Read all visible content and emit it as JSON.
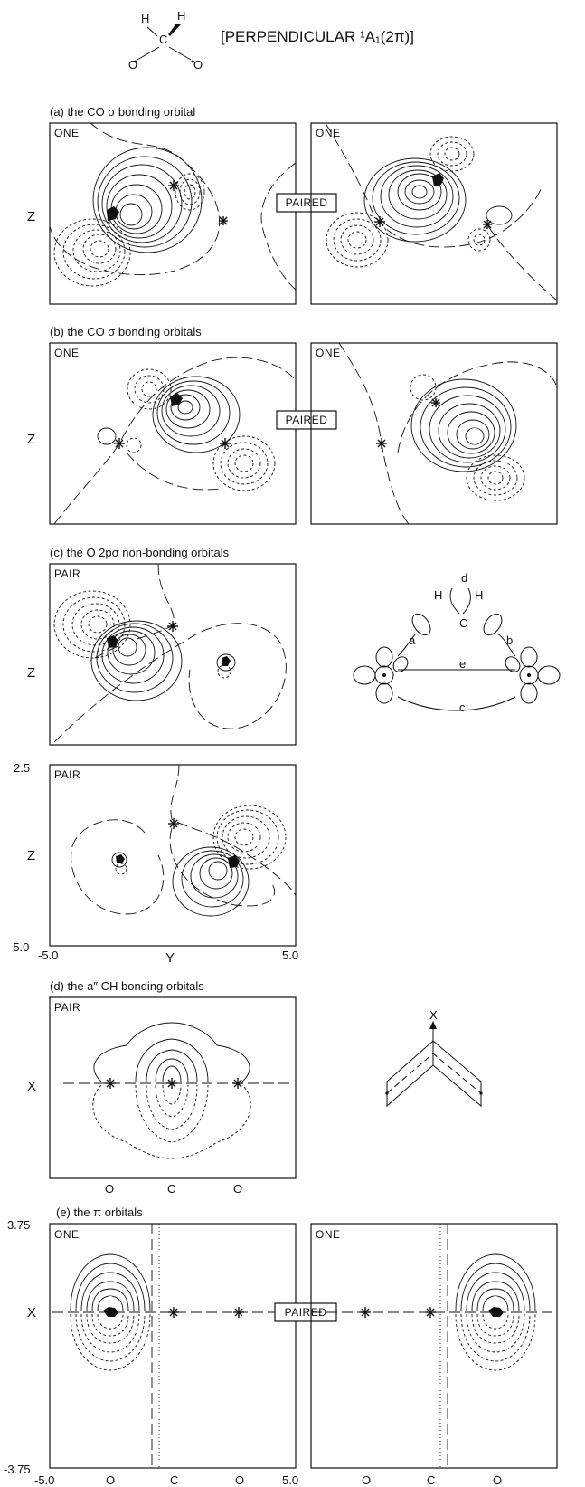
{
  "header": {
    "h_left": "H",
    "h_right": "H",
    "c": "C",
    "o_left": "O",
    "o_right": "O",
    "state": "[PERPENDICULAR ¹A₁(2π)]"
  },
  "panels": {
    "a": {
      "title": "(a) the CO σ bonding orbital",
      "left_tag": "ONE",
      "right_tag": "ONE",
      "center": "PAIRED"
    },
    "b": {
      "title": "(b) the CO σ bonding orbitals",
      "left_tag": "ONE",
      "right_tag": "ONE",
      "center": "PAIRED"
    },
    "c": {
      "title": "(c) the O 2pσ non-bonding orbitals",
      "top_tag": "PAIR",
      "bottom_tag": "PAIR"
    },
    "d": {
      "title": "(d) the a″ CH bonding orbitals",
      "tag": "PAIR"
    },
    "e": {
      "title": "(e) the π orbitals",
      "left_tag": "ONE",
      "right_tag": "ONE",
      "center": "PAIRED"
    }
  },
  "axes": {
    "z": "Z",
    "x": "X",
    "y": "Y",
    "c_ymax": "2.5",
    "c_ymin": "-5.0",
    "c_xmin": "-5.0",
    "c_xmax": "5.0",
    "e_ymax": "3.75",
    "e_ymin": "-3.75",
    "e_xmin": "-5.0",
    "e_xmax": "5.0",
    "atom_o": "O",
    "atom_c": "C"
  },
  "legend": {
    "h1": "H",
    "h2": "H",
    "c": "C",
    "a": "a",
    "b": "b",
    "c_label": "c",
    "d": "d",
    "e": "e",
    "x": "X"
  }
}
